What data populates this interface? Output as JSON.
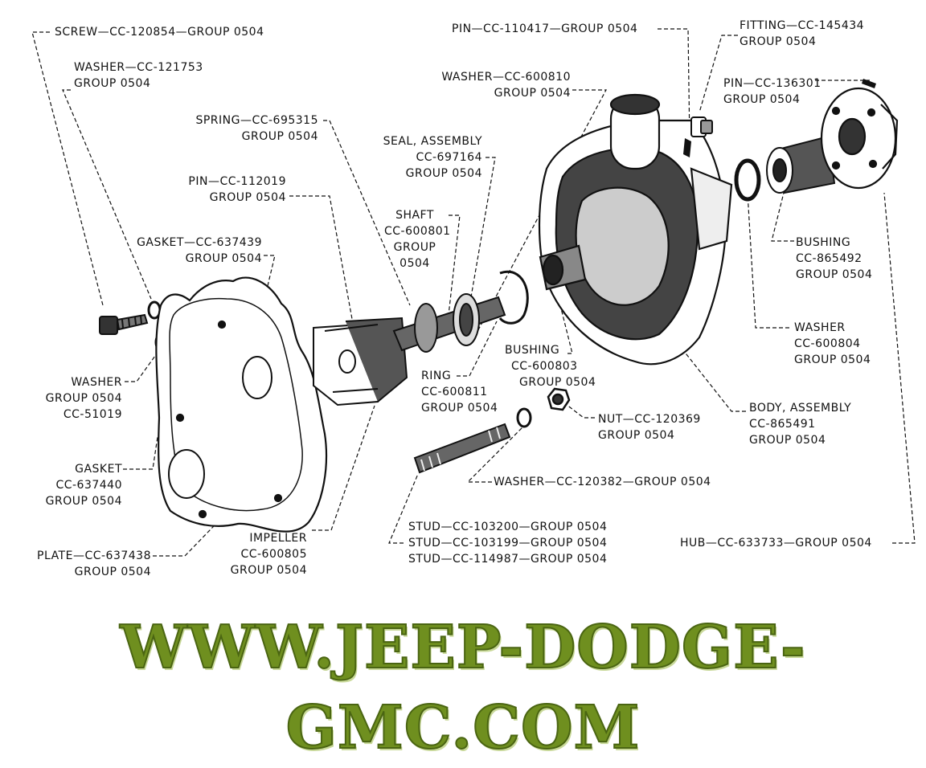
{
  "labels": {
    "screw": [
      "SCREW—CC-120854—GROUP 0504"
    ],
    "washer_121753": [
      "WASHER—CC-121753",
      "GROUP 0504"
    ],
    "spring": [
      "SPRING—CC-695315",
      "GROUP 0504"
    ],
    "pin_112019": [
      "PIN—CC-112019",
      "GROUP 0504"
    ],
    "gasket_637439": [
      "GASKET—CC-637439",
      "GROUP 0504"
    ],
    "washer_51019": [
      "WASHER",
      "GROUP 0504",
      "CC-51019"
    ],
    "gasket_637440": [
      "GASKET",
      "CC-637440",
      "GROUP 0504"
    ],
    "plate": [
      "PLATE—CC-637438",
      "GROUP 0504"
    ],
    "impeller": [
      "IMPELLER",
      "CC-600805",
      "GROUP 0504"
    ],
    "pin_110417": [
      "PIN—CC-110417—GROUP 0504"
    ],
    "washer_600810": [
      "WASHER—CC-600810",
      "GROUP 0504"
    ],
    "seal": [
      "SEAL, ASSEMBLY",
      "CC-697164",
      "GROUP 0504"
    ],
    "shaft": [
      "SHAFT",
      "CC-600801",
      "GROUP",
      "0504"
    ],
    "ring": [
      "RING",
      "CC-600811",
      "GROUP 0504"
    ],
    "bushing_600803": [
      "BUSHING",
      "CC-600803",
      "GROUP 0504"
    ],
    "fitting": [
      "FITTING—CC-145434",
      "GROUP 0504"
    ],
    "pin_136301": [
      "PIN—CC-136301",
      "GROUP 0504"
    ],
    "bushing_865492": [
      "BUSHING",
      "CC-865492",
      "GROUP 0504"
    ],
    "washer_600804": [
      "WASHER",
      "CC-600804",
      "GROUP 0504"
    ],
    "body": [
      "BODY, ASSEMBLY",
      "CC-865491",
      "GROUP 0504"
    ],
    "nut": [
      "NUT—CC-120369",
      "GROUP 0504"
    ],
    "washer_120382": [
      "WASHER—CC-120382—GROUP 0504"
    ],
    "studs": [
      "STUD—CC-103200—GROUP 0504",
      "STUD—CC-103199—GROUP 0504",
      "STUD—CC-114987—GROUP 0504"
    ],
    "hub": [
      "HUB—CC-633733—GROUP 0504"
    ]
  },
  "banner": "WWW.JEEP-DODGE-GMC.COM",
  "colors": {
    "banner": "#6f8f1f",
    "ink": "#111111"
  }
}
